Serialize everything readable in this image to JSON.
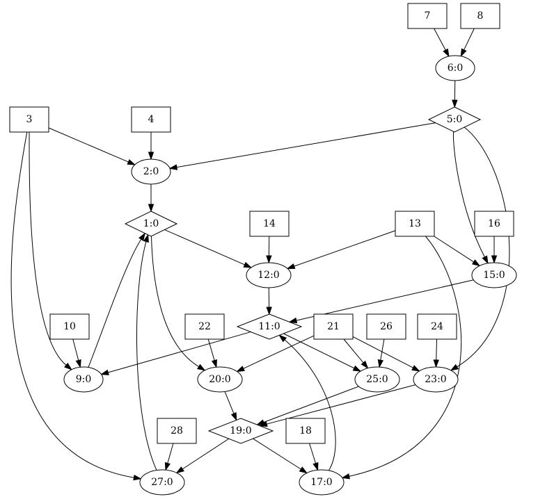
{
  "diagram": {
    "nodes": [
      {
        "id": "n7",
        "label": "7",
        "shape": "box"
      },
      {
        "id": "n8",
        "label": "8",
        "shape": "box"
      },
      {
        "id": "n6",
        "label": "6:0",
        "shape": "ellipse"
      },
      {
        "id": "n5",
        "label": "5:0",
        "shape": "diamond"
      },
      {
        "id": "n3",
        "label": "3",
        "shape": "box"
      },
      {
        "id": "n4",
        "label": "4",
        "shape": "box"
      },
      {
        "id": "n2",
        "label": "2:0",
        "shape": "ellipse"
      },
      {
        "id": "n1",
        "label": "1:0",
        "shape": "diamond"
      },
      {
        "id": "n14",
        "label": "14",
        "shape": "box"
      },
      {
        "id": "n13",
        "label": "13",
        "shape": "box"
      },
      {
        "id": "n16",
        "label": "16",
        "shape": "box"
      },
      {
        "id": "n12",
        "label": "12:0",
        "shape": "ellipse"
      },
      {
        "id": "n15",
        "label": "15:0",
        "shape": "ellipse"
      },
      {
        "id": "n11",
        "label": "11:0",
        "shape": "diamond"
      },
      {
        "id": "n10",
        "label": "10",
        "shape": "box"
      },
      {
        "id": "n22",
        "label": "22",
        "shape": "box"
      },
      {
        "id": "n21",
        "label": "21",
        "shape": "box"
      },
      {
        "id": "n26",
        "label": "26",
        "shape": "box"
      },
      {
        "id": "n24",
        "label": "24",
        "shape": "box"
      },
      {
        "id": "n9",
        "label": "9:0",
        "shape": "ellipse"
      },
      {
        "id": "n20",
        "label": "20:0",
        "shape": "ellipse"
      },
      {
        "id": "n25",
        "label": "25:0",
        "shape": "ellipse"
      },
      {
        "id": "n23",
        "label": "23:0",
        "shape": "ellipse"
      },
      {
        "id": "n28",
        "label": "28",
        "shape": "box"
      },
      {
        "id": "n19",
        "label": "19:0",
        "shape": "diamond"
      },
      {
        "id": "n18",
        "label": "18",
        "shape": "box"
      },
      {
        "id": "n27",
        "label": "27:0",
        "shape": "ellipse"
      },
      {
        "id": "n17",
        "label": "17:0",
        "shape": "ellipse"
      }
    ],
    "edges": [
      {
        "from": "n7",
        "to": "n6"
      },
      {
        "from": "n8",
        "to": "n6"
      },
      {
        "from": "n6",
        "to": "n5"
      },
      {
        "from": "n5",
        "to": "n2"
      },
      {
        "from": "n5",
        "to": "n15"
      },
      {
        "from": "n5",
        "to": "n23"
      },
      {
        "from": "n3",
        "to": "n2"
      },
      {
        "from": "n3",
        "to": "n9"
      },
      {
        "from": "n3",
        "to": "n27"
      },
      {
        "from": "n4",
        "to": "n2"
      },
      {
        "from": "n2",
        "to": "n1"
      },
      {
        "from": "n1",
        "to": "n12"
      },
      {
        "from": "n1",
        "to": "n20"
      },
      {
        "from": "n14",
        "to": "n12"
      },
      {
        "from": "n13",
        "to": "n12"
      },
      {
        "from": "n13",
        "to": "n15"
      },
      {
        "from": "n13",
        "to": "n17"
      },
      {
        "from": "n16",
        "to": "n15"
      },
      {
        "from": "n12",
        "to": "n11"
      },
      {
        "from": "n15",
        "to": "n11"
      },
      {
        "from": "n11",
        "to": "n9"
      },
      {
        "from": "n11",
        "to": "n25"
      },
      {
        "from": "n10",
        "to": "n9"
      },
      {
        "from": "n9",
        "to": "n1"
      },
      {
        "from": "n22",
        "to": "n20"
      },
      {
        "from": "n21",
        "to": "n20"
      },
      {
        "from": "n21",
        "to": "n25"
      },
      {
        "from": "n21",
        "to": "n23"
      },
      {
        "from": "n26",
        "to": "n25"
      },
      {
        "from": "n24",
        "to": "n23"
      },
      {
        "from": "n20",
        "to": "n19"
      },
      {
        "from": "n25",
        "to": "n19"
      },
      {
        "from": "n23",
        "to": "n19"
      },
      {
        "from": "n28",
        "to": "n27"
      },
      {
        "from": "n19",
        "to": "n27"
      },
      {
        "from": "n19",
        "to": "n17"
      },
      {
        "from": "n18",
        "to": "n17"
      },
      {
        "from": "n27",
        "to": "n1"
      },
      {
        "from": "n17",
        "to": "n11"
      }
    ]
  }
}
